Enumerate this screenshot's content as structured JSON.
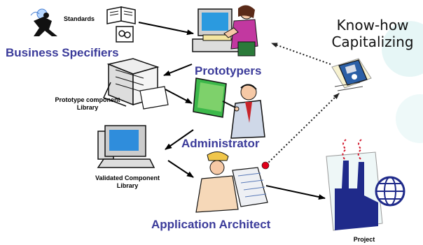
{
  "labels": {
    "standards": "Standards",
    "business_specifiers": "Business Specifiers",
    "prototypers": "Prototypers",
    "prototype_library_line1": "Prototype component",
    "prototype_library_line2": "Library",
    "administrator": "Administrator",
    "validated_library_line1": "Validated Component",
    "validated_library_line2": "Library",
    "application_architect": "Application Architect",
    "project": "Project",
    "knowhow_line1": "Know-how",
    "knowhow_line2": "Capitalizing"
  },
  "colors": {
    "role_text": "#3b3b9a",
    "arrow": "#000000",
    "dotted_arrow": "#222222",
    "accent_dot": "#e0001a",
    "teal_bg": "#e6f6f6"
  },
  "icons": [
    "business-person-icon",
    "book-icon",
    "document-papers-icon",
    "prototyper-at-computer-icon",
    "file-cabinet-icon",
    "teacher-at-board-icon",
    "computer-icon",
    "architect-with-blueprint-icon",
    "factory-globe-icon",
    "floppy-disk-icon"
  ]
}
